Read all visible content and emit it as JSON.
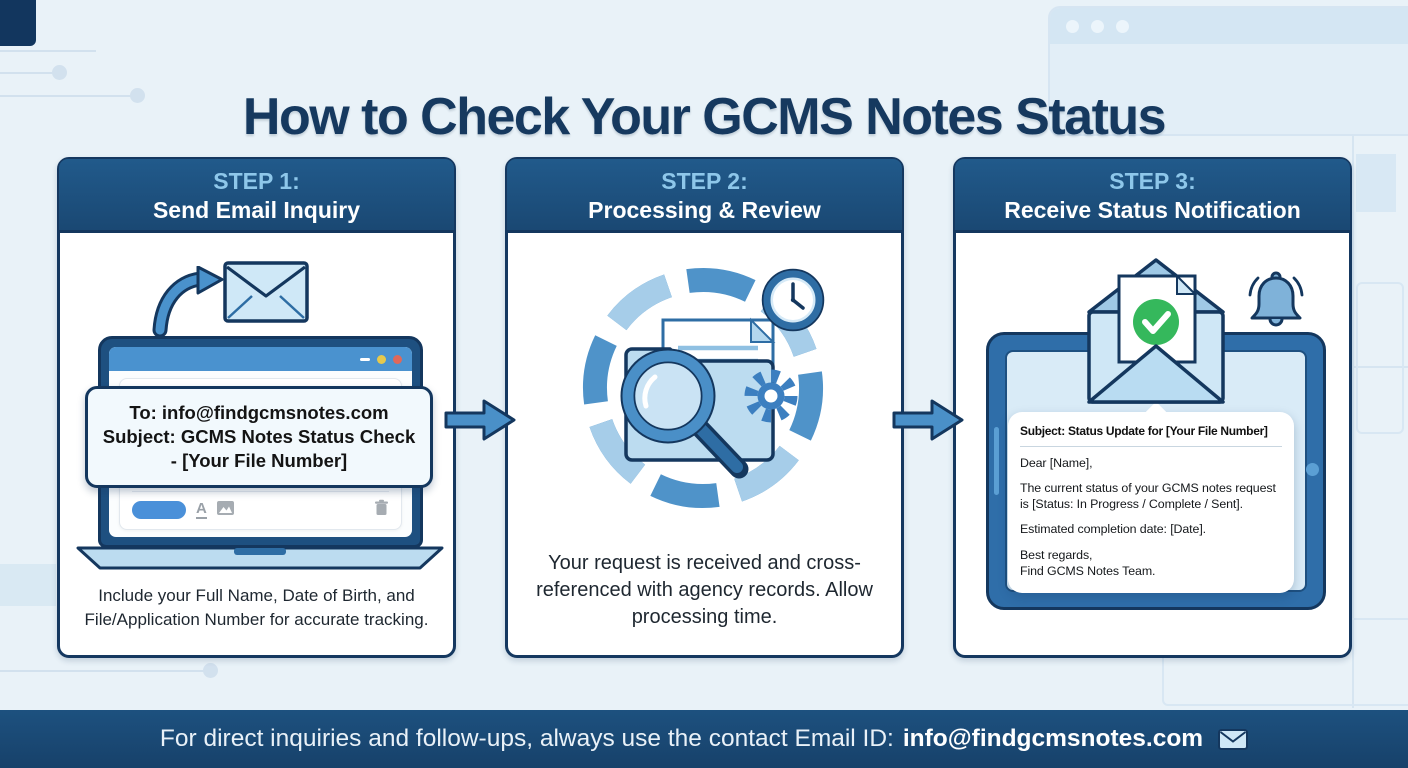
{
  "title": "How to Check Your GCMS Notes Status",
  "steps": [
    {
      "label": "STEP 1:",
      "heading": "Send Email Inquiry",
      "callout": {
        "to": "To: info@findgcmsnotes.com",
        "subject_line1": "Subject: GCMS Notes Status Check",
        "subject_line2": "- [Your File Number]"
      },
      "caption": "Include your Full Name, Date of Birth, and File/Application Number for accurate tracking."
    },
    {
      "label": "STEP 2:",
      "heading": "Processing & Review",
      "caption": "Your request is received and cross-referenced with agency records. Allow processing time."
    },
    {
      "label": "STEP 3:",
      "heading": "Receive Status Notification",
      "email": {
        "subject": "Subject: Status Update for [Your File Number]",
        "greeting": "Dear [Name],",
        "status_line": "The current status of your GCMS notes request is [Status: In Progress / Complete / Sent].",
        "completion_line": "Estimated completion date: [Date].",
        "closing": "Best regards,",
        "team": "Find GCMS Notes Team."
      }
    }
  ],
  "footer": {
    "prefix": "For direct inquiries and follow-ups, always use the contact Email ID:",
    "email": "info@findgcmsnotes.com"
  },
  "icons": {
    "font_glyph": "A"
  },
  "colors": {
    "background": "#e9f2f8",
    "dark_navy": "#14375e",
    "header_blue": "#1d4e7e",
    "step_label_blue": "#8ec7ea",
    "arrow_blue": "#4a90c8",
    "footer_blue": "#1b4a75",
    "check_green": "#35b85c"
  }
}
